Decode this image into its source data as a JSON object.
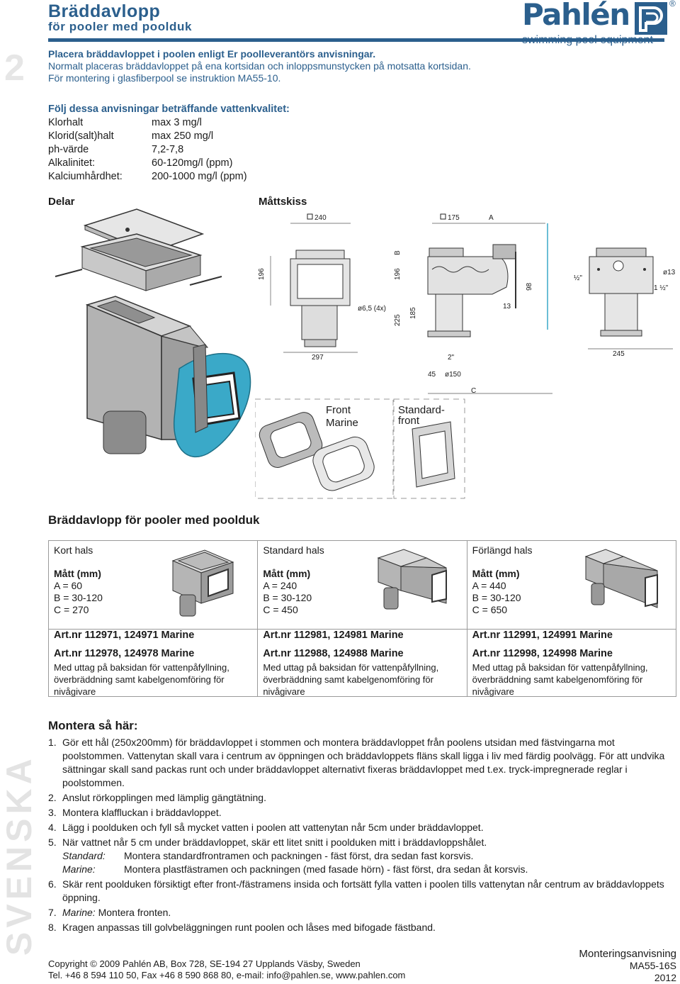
{
  "header": {
    "title": "Bräddavlopp",
    "subtitle": "för pooler med poolduk",
    "page_number": "2",
    "logo_word": "Pahlén",
    "logo_tag": "swimming pool equipment",
    "logo_mark": "®"
  },
  "intro": [
    "Placera bräddavloppet i poolen enligt Er poolleverantörs anvisningar.",
    "Normalt placeras bräddavloppet på ena kortsidan och inloppsmunstycken på motsatta kortsidan.",
    "För montering i glasfiberpool se instruktion MA55-10."
  ],
  "water_quality": {
    "heading": "Följ dessa anvisningar beträffande vattenkvalitet:",
    "rows": [
      {
        "k": "Klorhalt",
        "v": "max 3 mg/l"
      },
      {
        "k": "Klorid(salt)halt",
        "v": "max 250 mg/l"
      },
      {
        "k": "ph-värde",
        "v": "7,2-7,8"
      },
      {
        "k": "Alkalinitet:",
        "v": "60-120mg/l (ppm)"
      },
      {
        "k": "Kalciumhårdhet:",
        "v": "200-1000 mg/l (ppm)"
      }
    ]
  },
  "sections": {
    "delar": "Delar",
    "mattskiss": "Måttskiss"
  },
  "drawing": {
    "dim_240": "240",
    "dim_175": "175",
    "dim_A": "A",
    "dim_B": "B",
    "dim_196a": "196",
    "dim_196b": "196",
    "dim_hole": "ø6,5 (4x)",
    "dim_225": "225",
    "dim_185": "185",
    "dim_13": "13",
    "dim_98": "98",
    "dim_half": "½\"",
    "dim_o13": "ø13",
    "dim_1half": "1 ½\"",
    "dim_297": "297",
    "dim_2in": "2\"",
    "dim_45": "45",
    "dim_o150": "ø150",
    "dim_245": "245",
    "dim_C": "C",
    "front_marine_1": "Front",
    "front_marine_2": "Marine",
    "standard_front_1": "Standard-",
    "standard_front_2": "front"
  },
  "products": {
    "heading": "Bräddavlopp för pooler med poolduk",
    "items": [
      {
        "hals": "Kort hals",
        "matt_label": "Mått (mm)",
        "a": "A = 60",
        "b": "B = 30-120",
        "c": "C = 270",
        "art1": "Art.nr 112971, 124971 Marine",
        "art2": "Art.nr 112978, 124978 Marine",
        "desc": "Med uttag på baksidan för vattenpåfyllning, överbräddning samt kabelgenomföring för nivågivare"
      },
      {
        "hals": "Standard hals",
        "matt_label": "Mått (mm)",
        "a": "A = 240",
        "b": "B = 30-120",
        "c": "C = 450",
        "art1": "Art.nr 112981, 124981 Marine",
        "art2": "Art.nr 112988, 124988 Marine",
        "desc": "Med uttag på baksidan för vattenpåfyllning, överbräddning samt kabelgenomföring för nivågivare"
      },
      {
        "hals": "Förlängd hals",
        "matt_label": "Mått (mm)",
        "a": "A = 440",
        "b": "B = 30-120",
        "c": "C = 650",
        "art1": "Art.nr 112991, 124991 Marine",
        "art2": "Art.nr 112998, 124998 Marine",
        "desc": "Med uttag på baksidan för vattenpåfyllning, överbräddning samt kabelgenomföring för nivågivare"
      }
    ]
  },
  "montera": {
    "heading": "Montera så här:",
    "steps": [
      {
        "n": "1.",
        "t": "Gör ett hål (250x200mm) för bräddavloppet i stommen och montera bräddavloppet från poolens utsidan med fästvingarna mot poolstommen. Vattenytan skall vara i centrum av öppningen och bräddavloppets fläns skall ligga i liv med färdig poolvägg. För att undvika sättningar skall sand packas runt och under bräddavloppet alternativt fixeras bräddavloppet med t.ex. tryck-impregnerade reglar i poolstommen."
      },
      {
        "n": "2.",
        "t": "Anslut rörkopplingen med lämplig gängtätning."
      },
      {
        "n": "3.",
        "t": "Montera klaffluckan i bräddavloppet."
      },
      {
        "n": "4.",
        "t": "Lägg i poolduken och fyll så mycket vatten i poolen att vattenytan når 5cm under bräddavloppet."
      },
      {
        "n": "5.",
        "t": "När vattnet når 5 cm under bräddavloppet, skär ett litet snitt i poolduken mitt i bräddavloppshålet."
      },
      {
        "n": "6.",
        "t": "Skär rent poolduken försiktigt efter front-/fästramens insida och fortsätt fylla vatten i poolen tills vattenytan når centrum av bräddavloppets öppning."
      },
      {
        "n": "7.",
        "t": "Montera fronten."
      },
      {
        "n": "8.",
        "t": "Kragen anpassas till golvbeläggningen runt poolen och låses med bifogade fästband."
      }
    ],
    "step5_standard_label": "Standard:",
    "step5_standard_text": "Montera standardfrontramen och packningen - fäst först, dra sedan fast korsvis.",
    "step5_marine_label": "Marine:",
    "step5_marine_text": "Montera plastfästramen och packningen (med fasade hörn) - fäst först, dra sedan åt korsvis.",
    "step7_label": "Marine:"
  },
  "side_label": "SVENSKA",
  "footer": {
    "copyright": "Copyright © 2009 Pahlén AB, Box 728, SE-194 27 Upplands Väsby, Sweden",
    "contact": "Tel. +46 8 594 110 50, Fax +46 8 590 868 80, e-mail: info@pahlen.se, www.pahlen.com",
    "doc_type": "Monteringsanvisning",
    "doc_code": "MA55-16S",
    "year": "2012"
  },
  "colors": {
    "brand": "#2b5f8d",
    "accent_blue": "#3aa9c8"
  }
}
